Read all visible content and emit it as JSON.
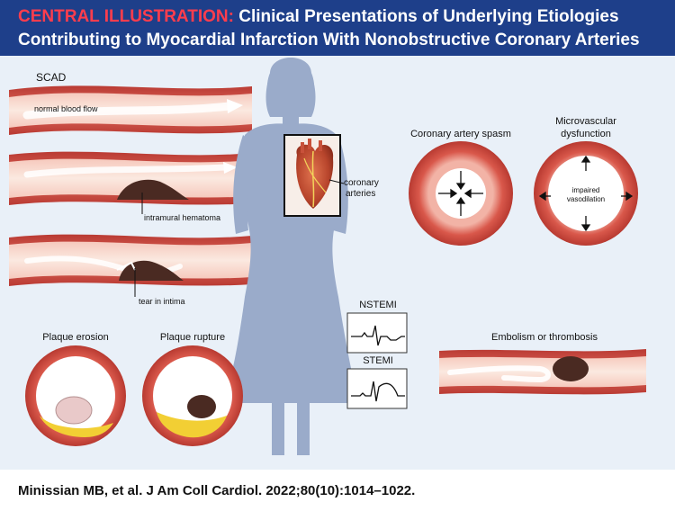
{
  "header": {
    "prefix": "CENTRAL ILLUSTRATION:",
    "title_line1": "Clinical Presentations of Underlying Etiologies",
    "title_line2": "Contributing to Myocardial Infarction With Nonobstructive Coronary Arteries"
  },
  "scad": {
    "title": "SCAD",
    "normal_flow_label": "normal blood flow",
    "hematoma_label": "intramural hematoma",
    "tear_label": "tear in intima"
  },
  "heart": {
    "label_line1": "coronary",
    "label_line2": "arteries"
  },
  "spasm": {
    "title": "Coronary artery spasm"
  },
  "microvascular": {
    "title_line1": "Microvascular",
    "title_line2": "dysfunction",
    "inner_line1": "impaired",
    "inner_line2": "vasodilation"
  },
  "ecg": {
    "nstemi_label": "NSTEMI",
    "stemi_label": "STEMI"
  },
  "plaque_erosion": {
    "title": "Plaque erosion"
  },
  "plaque_rupture": {
    "title": "Plaque rupture"
  },
  "embolism": {
    "title": "Embolism or thrombosis"
  },
  "citation": "Minissian MB, et al. J Am Coll Cardiol. 2022;80(10):1014–1022.",
  "colors": {
    "header_bg": "#1e3f8a",
    "header_accent": "#ff3d4d",
    "panel_bg": "#e9f0f8",
    "vessel_red": "#c9483f",
    "vessel_pink": "#f0a89e",
    "lumen": "#f4e4d8",
    "silhouette": "#9aabca",
    "hematoma": "#4a2a22",
    "plaque_yellow": "#f2cf34"
  }
}
